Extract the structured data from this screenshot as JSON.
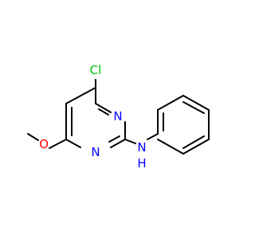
{
  "molecule": {
    "atoms": {
      "chlorine": "Cl",
      "ring_n1": "N",
      "ring_n2": "N",
      "oxygen": "O",
      "amine_n": "N",
      "amine_h": "H"
    },
    "colors": {
      "chlorine": "#00c000",
      "nitrogen": "#0000ff",
      "oxygen": "#ff0000",
      "bond": "#000000"
    }
  }
}
